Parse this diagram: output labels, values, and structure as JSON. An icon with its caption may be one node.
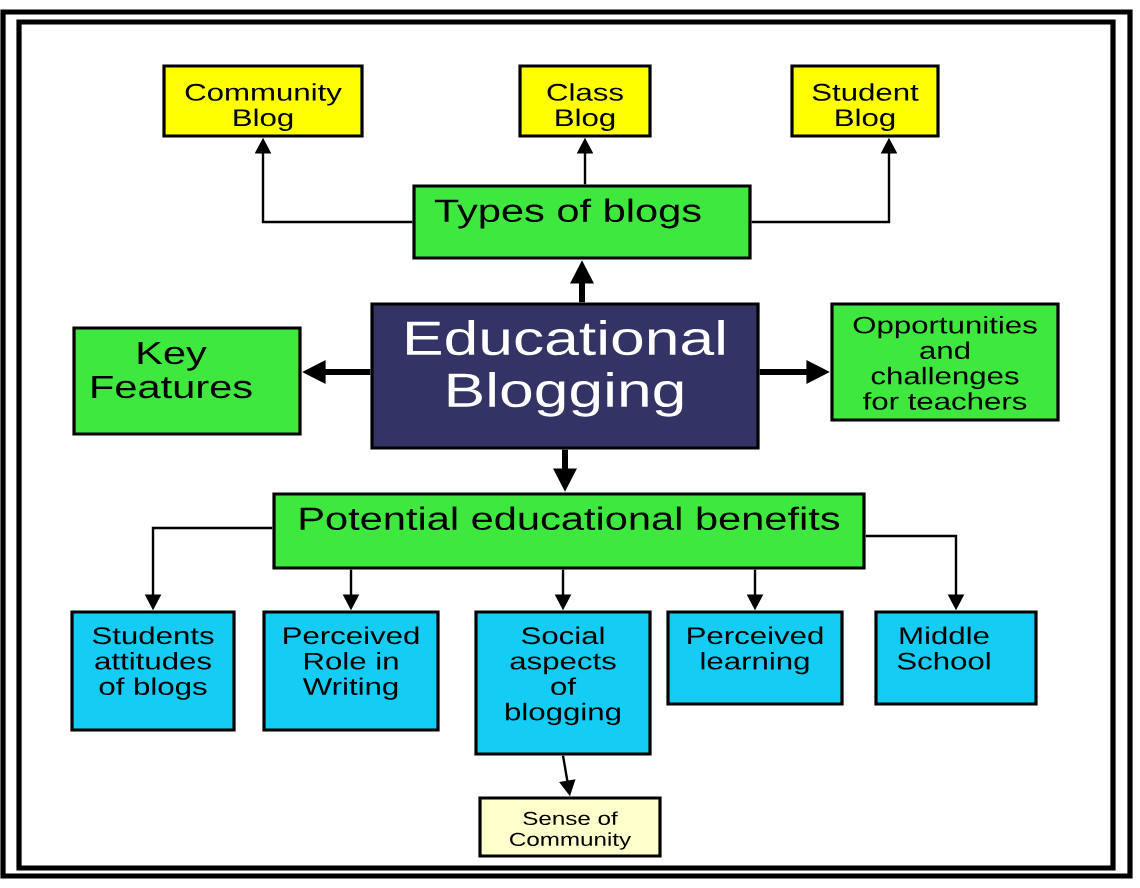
{
  "diagram": {
    "nodes": [
      {
        "text": [
          "Community Blog"
        ]
      },
      {
        "text": [
          "Class Blog"
        ]
      },
      {
        "text": [
          "Student Blog"
        ]
      },
      {
        "text": [
          "Types of blogs"
        ]
      },
      {
        "text": [
          "Key Features"
        ]
      },
      {
        "text": [
          "Educational Blogging"
        ]
      },
      {
        "text": [
          "Opportunities and challenges for teachers"
        ]
      },
      {
        "text": [
          "Potential educational benefits"
        ]
      },
      {
        "text": [
          "Students attitudes of blogs"
        ]
      },
      {
        "text": [
          "Perceived Role in Writing"
        ]
      },
      {
        "text": [
          "Social aspects of blogging"
        ]
      },
      {
        "text": [
          "Perceived learning"
        ]
      },
      {
        "text": [
          "Middle School"
        ]
      },
      {
        "text": [
          "Sense of Community"
        ]
      }
    ],
    "edges": [
      {
        "from": 3,
        "to": 0,
        "arrow": "to"
      },
      {
        "from": 3,
        "to": 1,
        "arrow": "to"
      },
      {
        "from": 3,
        "to": 2,
        "arrow": "to"
      },
      {
        "from": 5,
        "to": 3,
        "arrow": "to",
        "style": "thick"
      },
      {
        "from": 5,
        "to": 4,
        "arrow": "to",
        "style": "thick"
      },
      {
        "from": 5,
        "to": 6,
        "arrow": "to",
        "style": "thick"
      },
      {
        "from": 5,
        "to": 7,
        "arrow": "to",
        "style": "thick"
      },
      {
        "from": 7,
        "to": 8,
        "arrow": "to"
      },
      {
        "from": 7,
        "to": 9,
        "arrow": "to"
      },
      {
        "from": 7,
        "to": 10,
        "arrow": "to"
      },
      {
        "from": 7,
        "to": 11,
        "arrow": "to"
      },
      {
        "from": 7,
        "to": 12,
        "arrow": "to"
      },
      {
        "from": 10,
        "to": 13,
        "arrow": "to"
      }
    ]
  }
}
